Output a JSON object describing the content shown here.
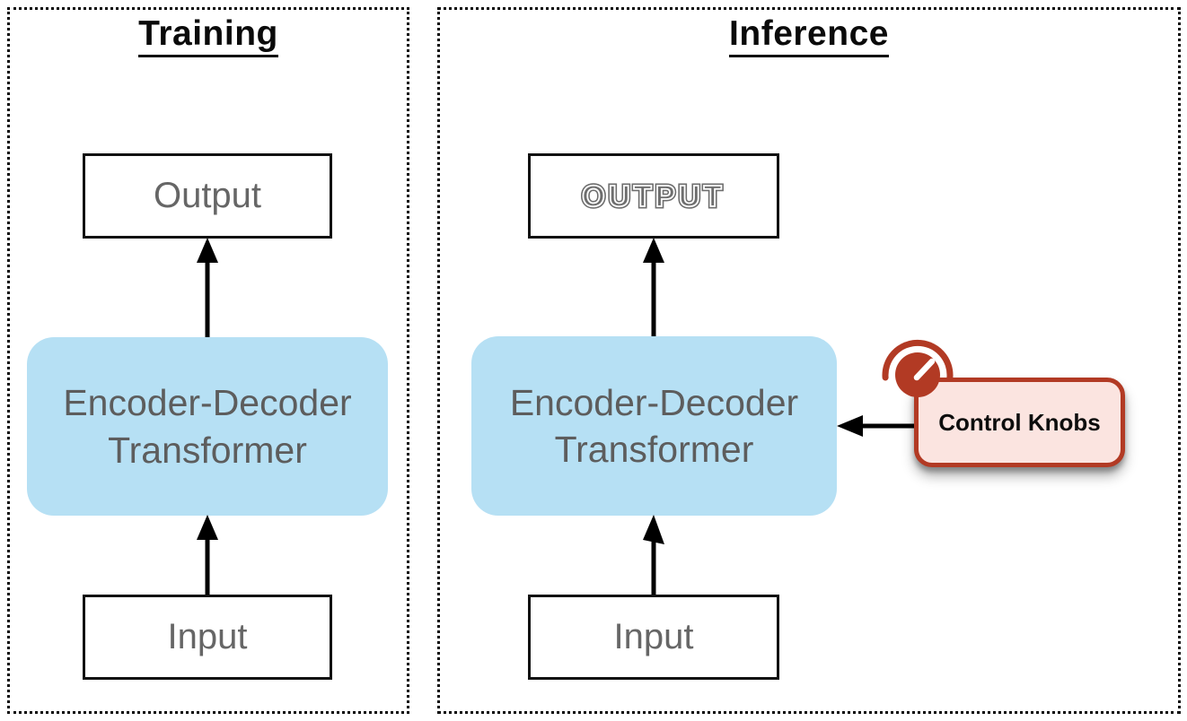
{
  "diagram": {
    "panels": [
      {
        "title": "Training",
        "output_label": "Output",
        "transformer_line1": "Encoder-Decoder",
        "transformer_line2": "Transformer",
        "input_label": "Input"
      },
      {
        "title": "Inference",
        "output_label": "OUTPUT",
        "transformer_line1": "Encoder-Decoder",
        "transformer_line2": "Transformer",
        "input_label": "Input",
        "callout": {
          "label": "Control Knobs",
          "icon": "knob-dial-icon"
        }
      }
    ],
    "colors": {
      "panel_border": "#0a0a0a",
      "box_border": "#111111",
      "box_text_gray": "#666666",
      "transformer_fill": "#b6e0f4",
      "transformer_text": "#5d5d5d",
      "callout_fill": "#fbe4e0",
      "callout_border": "#b23a24",
      "callout_text": "#0d0d0d",
      "arrow": "#000000",
      "knob_pointer": "#ffffff"
    }
  }
}
